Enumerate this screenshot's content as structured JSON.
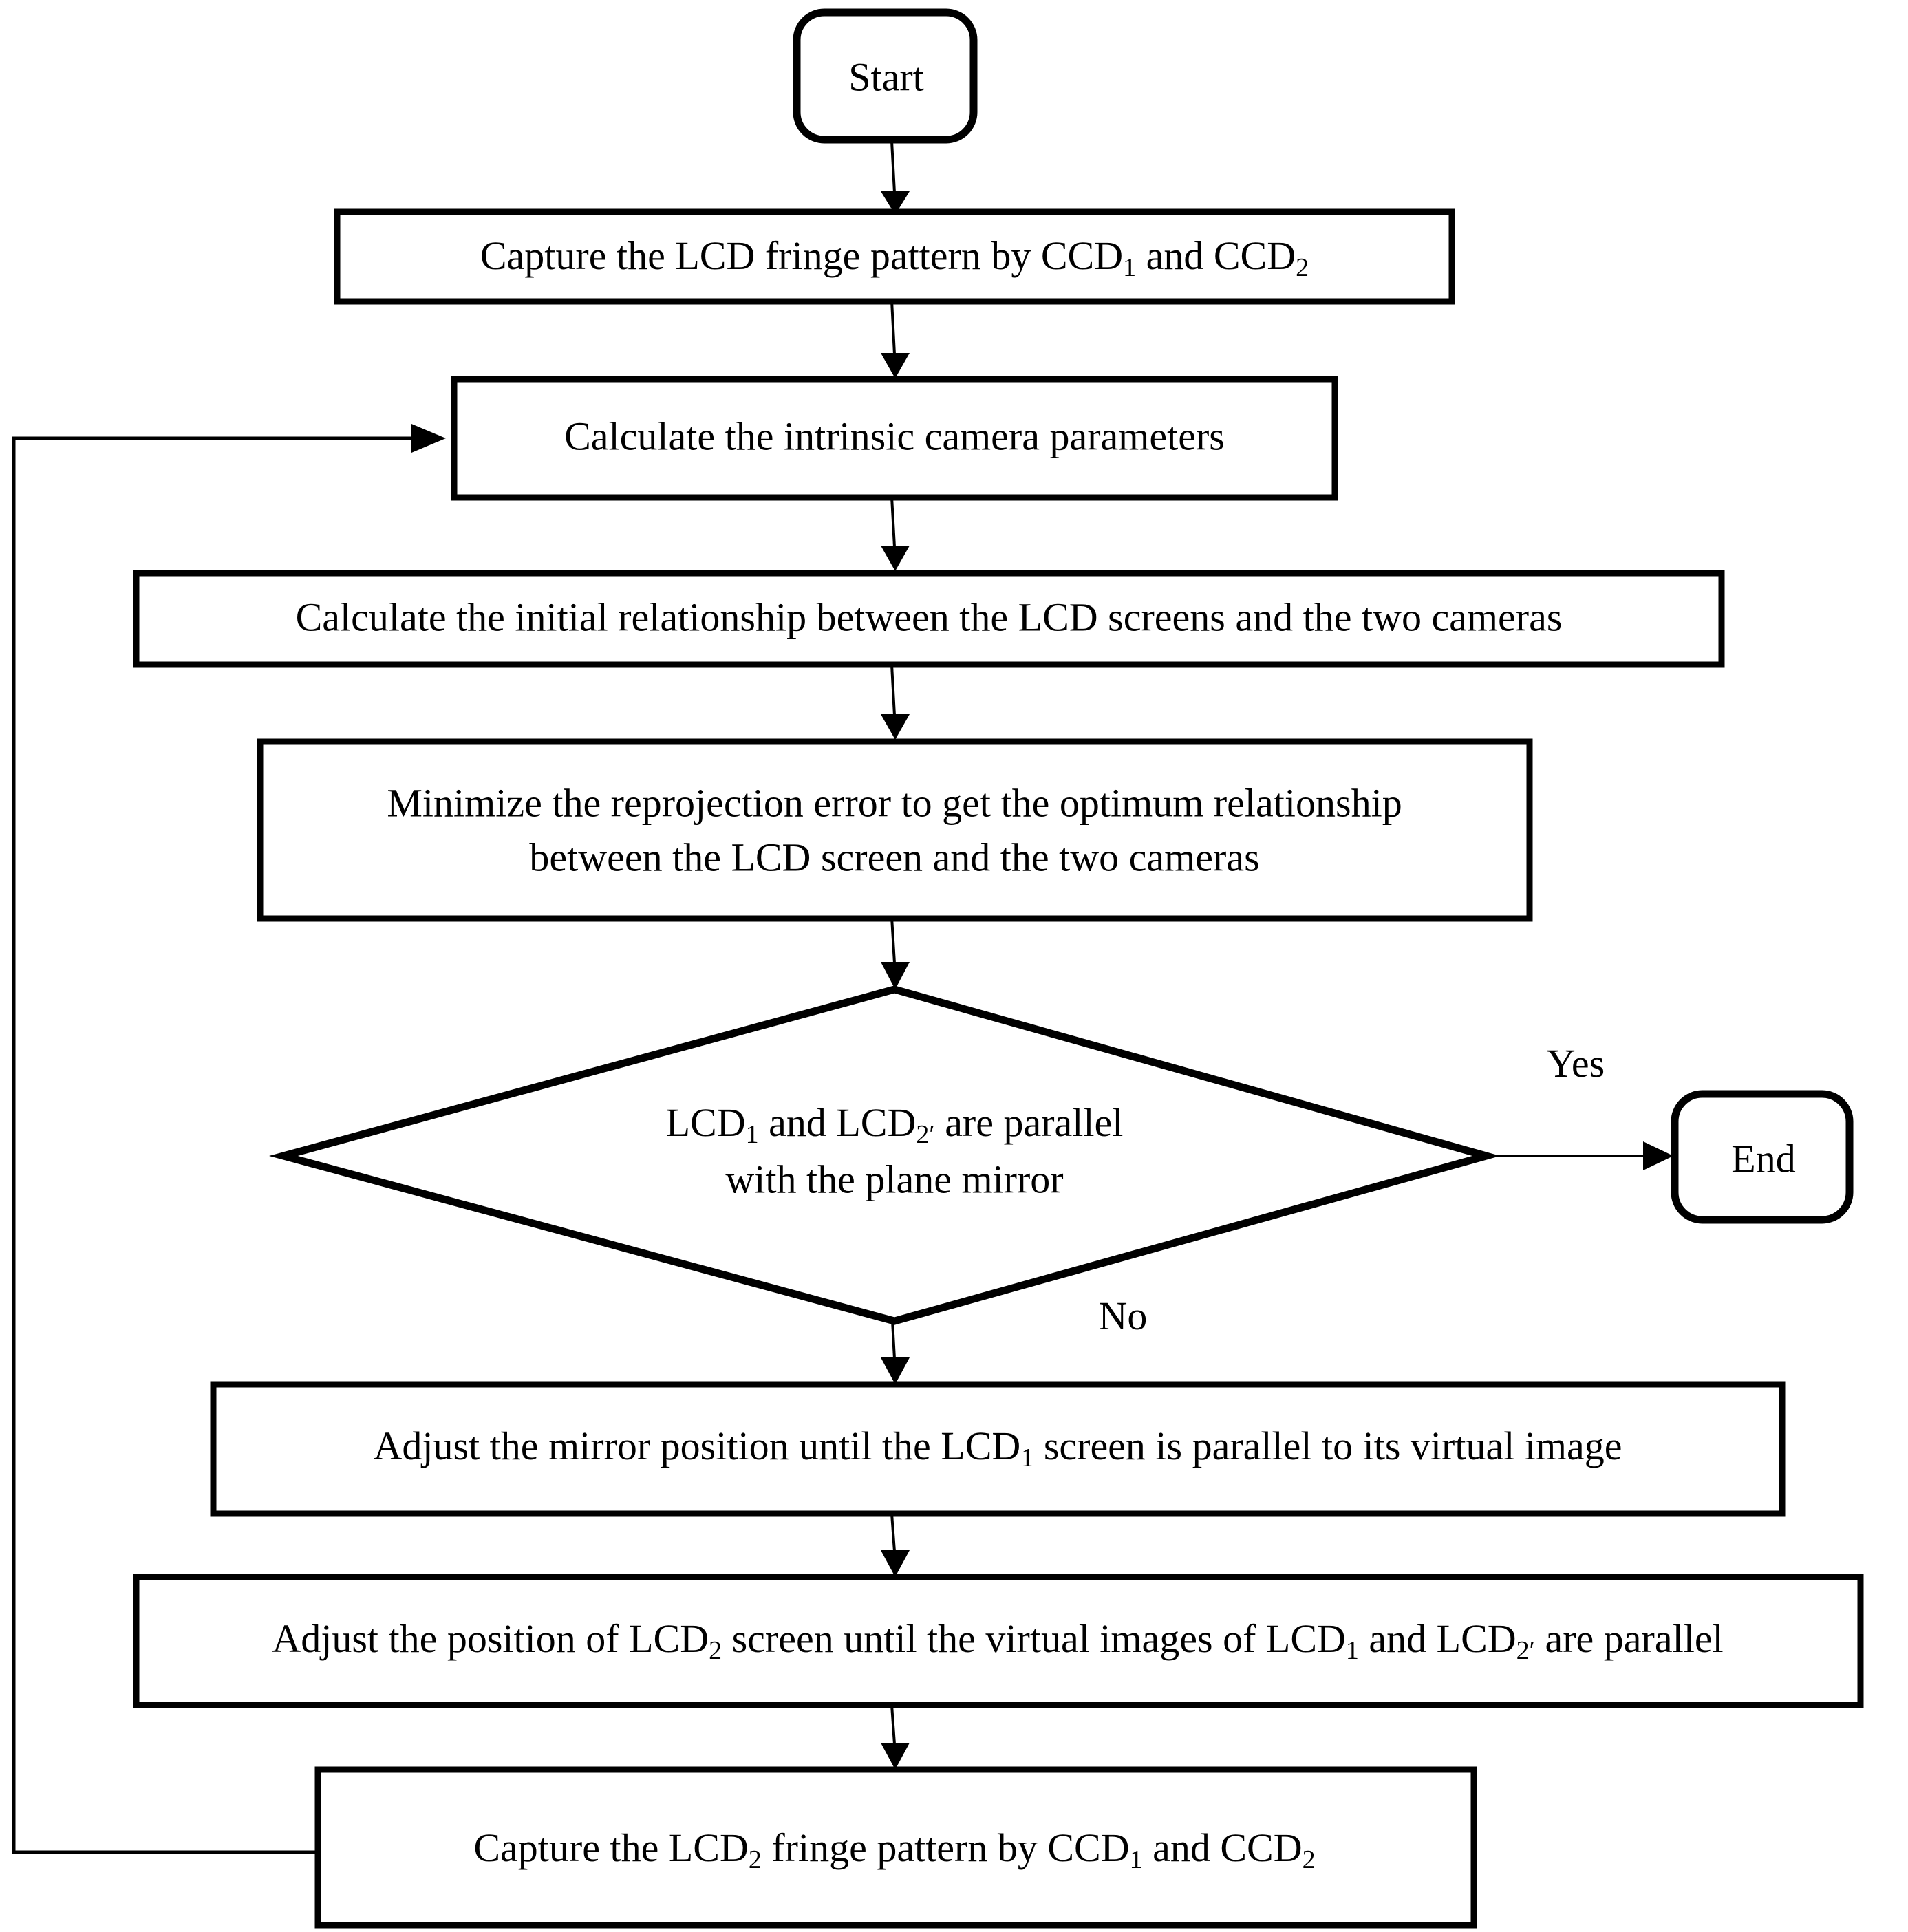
{
  "diagram": {
    "type": "flowchart",
    "title": "",
    "background_color": "#ffffff",
    "line_color": "#000000",
    "text_color": "#000000"
  },
  "nodes": {
    "start": {
      "shape": "rounded-rectangle",
      "label": "Start"
    },
    "capture_lcd_fringe": {
      "shape": "rectangle",
      "label_prefix": "Capture the LCD fringe pattern by CCD",
      "sub1": "1",
      "label_middle": " and CCD",
      "sub2": "2",
      "label_suffix": ""
    },
    "calculate_intrinsic": {
      "shape": "rectangle",
      "label": "Calculate the intrinsic camera parameters"
    },
    "calculate_initial_relationship": {
      "shape": "rectangle",
      "label": "Calculate the initial relationship between the LCD screens and the two cameras"
    },
    "minimize_reprojection": {
      "shape": "rectangle",
      "line1": "Minimize the reprojection error to get the optimum relationship",
      "line2": "between the LCD screen and the two cameras"
    },
    "decision_parallel": {
      "shape": "diamond",
      "line1_prefix": "LCD",
      "line1_sub1": "1",
      "line1_middle": " and LCD",
      "line1_sub2": "2′",
      "line1_suffix": " are parallel",
      "line2": "with the plane mirror"
    },
    "end": {
      "shape": "rounded-rectangle",
      "label": "End"
    },
    "adjust_mirror": {
      "shape": "rectangle",
      "prefix": "Adjust the mirror position until the LCD",
      "sub": "1",
      "suffix": " screen is parallel to its virtual image"
    },
    "adjust_lcd2": {
      "shape": "rectangle",
      "prefix": "Adjust the position of LCD",
      "sub1": "2",
      "middle": " screen until the virtual images of LCD",
      "sub2": "1",
      "middle2": " and LCD",
      "sub3": "2′",
      "suffix": " are parallel"
    },
    "capture_lcd2_fringe": {
      "shape": "rectangle",
      "prefix": "Capture the LCD",
      "sub1": "2",
      "middle": " fringe pattern by CCD",
      "sub2": "1",
      "middle2": " and CCD",
      "sub3": "2",
      "suffix": ""
    }
  },
  "edges": {
    "start_to_capture": {
      "label": ""
    },
    "capture_to_intrinsic": {
      "label": ""
    },
    "intrinsic_to_initial": {
      "label": ""
    },
    "initial_to_minimize": {
      "label": ""
    },
    "minimize_to_decision": {
      "label": ""
    },
    "decision_to_end": {
      "label": "Yes"
    },
    "decision_to_adjust_mirror": {
      "label": "No"
    },
    "adjust_mirror_to_adjust_lcd2": {
      "label": ""
    },
    "adjust_lcd2_to_capture2": {
      "label": ""
    },
    "capture2_feedback_to_intrinsic": {
      "label": ""
    }
  }
}
